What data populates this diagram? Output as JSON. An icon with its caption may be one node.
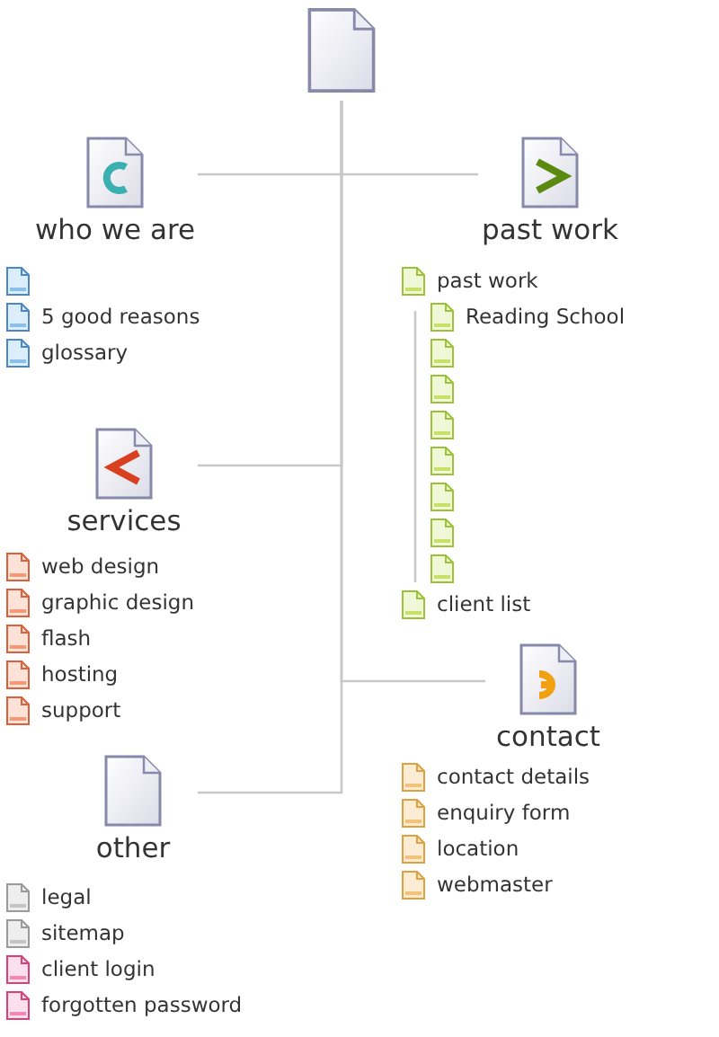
{
  "diagram": {
    "nodes": [
      {
        "text": [],
        "shape": "page"
      },
      {
        "text": [
          "who we are"
        ]
      },
      {
        "text": [],
        "shape": "page"
      },
      {
        "text": [
          "5 good reasons"
        ]
      },
      {
        "text": [
          "glossary"
        ]
      },
      {
        "text": [
          "past work"
        ]
      },
      {
        "text": [
          "past work"
        ]
      },
      {
        "text": [
          "Reading School"
        ]
      },
      {
        "text": [],
        "shape": "page"
      },
      {
        "text": [],
        "shape": "page"
      },
      {
        "text": [],
        "shape": "page"
      },
      {
        "text": [],
        "shape": "page"
      },
      {
        "text": [],
        "shape": "page"
      },
      {
        "text": [],
        "shape": "page"
      },
      {
        "text": [],
        "shape": "page"
      },
      {
        "text": [
          "client list"
        ]
      },
      {
        "text": [
          "services"
        ]
      },
      {
        "text": [
          "web design"
        ]
      },
      {
        "text": [
          "graphic design"
        ]
      },
      {
        "text": [
          "flash"
        ]
      },
      {
        "text": [
          "hosting"
        ]
      },
      {
        "text": [
          "support"
        ]
      },
      {
        "text": [
          "contact"
        ]
      },
      {
        "text": [
          "contact details"
        ]
      },
      {
        "text": [
          "enquiry form"
        ]
      },
      {
        "text": [
          "location"
        ]
      },
      {
        "text": [
          "webmaster"
        ]
      },
      {
        "text": [
          "other"
        ]
      },
      {
        "text": [
          "legal"
        ]
      },
      {
        "text": [
          "sitemap"
        ]
      },
      {
        "text": [
          "client login"
        ]
      },
      {
        "text": [
          "forgotten password"
        ]
      }
    ],
    "edges": [
      {
        "from": 0,
        "to": 1,
        "arrow": "none"
      },
      {
        "from": 0,
        "to": 5,
        "arrow": "none"
      },
      {
        "from": 0,
        "to": 16,
        "arrow": "none"
      },
      {
        "from": 0,
        "to": 22,
        "arrow": "none"
      },
      {
        "from": 0,
        "to": 27,
        "arrow": "none"
      }
    ]
  }
}
